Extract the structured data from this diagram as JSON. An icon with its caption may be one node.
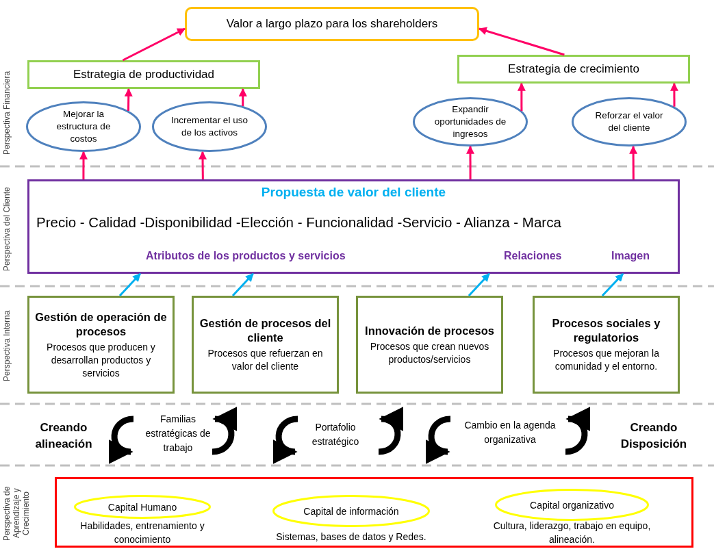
{
  "diagram": {
    "nodes": [
      {
        "text": [
          "Valor a largo plazo para los shareholders"
        ]
      },
      {
        "text": [
          "Estrategia de productividad"
        ]
      },
      {
        "text": [
          "Estrategia de crecimiento"
        ]
      },
      {
        "text": [
          "Mejorar la estructura de costos"
        ]
      },
      {
        "text": [
          "Incrementar el uso de los activos"
        ]
      },
      {
        "text": [
          "Expandir oportunidades de ingresos"
        ]
      },
      {
        "text": [
          "Reforzar el valor del cliente"
        ]
      },
      {
        "text": [
          "Propuesta de valor del cliente",
          "Precio - Calidad -Disponibilidad -Elección - Funcionalidad -Servicio - Alianza - Marca",
          "Atributos de los productos y servicios",
          "Relaciones",
          "Imagen"
        ]
      },
      {
        "text": [
          "Gestión de operación de procesos",
          "Procesos que producen y desarrollan productos y servicios"
        ]
      },
      {
        "text": [
          "Gestión de procesos del cliente",
          "Procesos que refuerzan en valor del cliente"
        ]
      },
      {
        "text": [
          "Innovación de procesos",
          "Procesos que crean nuevos productos/servicios"
        ]
      },
      {
        "text": [
          "Procesos sociales y regulatorios",
          "Procesos que mejoran la comunidad y el entorno."
        ]
      },
      {
        "text": [],
        "shape": "box"
      },
      {
        "text": [
          "Capital Humano"
        ],
        "in": 12,
        "beside": [
          "Habilidades, entrenamiento y conocimiento"
        ]
      },
      {
        "text": [
          "Capital de información"
        ],
        "in": 12,
        "beside": [
          "Sistemas, bases de datos y Redes."
        ]
      },
      {
        "text": [
          "Capital organizativo"
        ],
        "in": 12,
        "beside": [
          "Cultura, liderazgo, trabajo en equipo, alineación."
        ]
      }
    ],
    "edges": [
      {
        "from": 1,
        "to": 0,
        "arrow": "to"
      },
      {
        "from": 2,
        "to": 0,
        "arrow": "to"
      },
      {
        "from": 3,
        "to": 1,
        "arrow": "to"
      },
      {
        "from": 4,
        "to": 1,
        "arrow": "to"
      },
      {
        "from": 5,
        "to": 2,
        "arrow": "to"
      },
      {
        "from": 6,
        "to": 2,
        "arrow": "to"
      },
      {
        "from": 7,
        "to": 3,
        "arrow": "to"
      },
      {
        "from": 7,
        "to": 4,
        "arrow": "to"
      },
      {
        "from": 7,
        "to": 5,
        "arrow": "to"
      },
      {
        "from": 7,
        "to": 6,
        "arrow": "to"
      },
      {
        "from": 8,
        "to": 7,
        "arrow": "to",
        "color": "#00b0f0"
      },
      {
        "from": 9,
        "to": 7,
        "arrow": "to",
        "color": "#00b0f0"
      },
      {
        "from": 10,
        "to": 7,
        "arrow": "to",
        "color": "#00b0f0"
      },
      {
        "from": 11,
        "to": 7,
        "arrow": "to",
        "color": "#00b0f0"
      }
    ],
    "labels": [
      "Perspectiva Financiera",
      "Perspectiva del Cliente",
      "Perspectiva Interna",
      "Creando alineación",
      "Familias estratégicas de trabajo",
      "Portafolio estratégico",
      "Cambio en la agenda organizativa",
      "Creando Disposición",
      "Perspectiva de Aprendizaje y Crecimiento"
    ]
  }
}
